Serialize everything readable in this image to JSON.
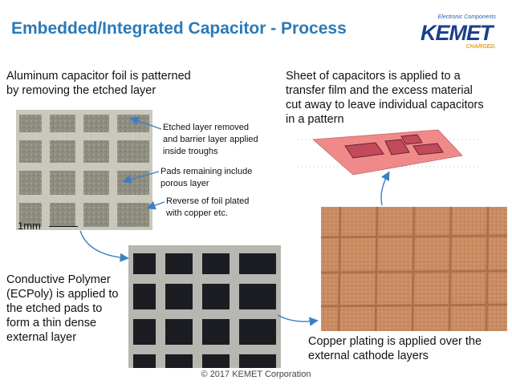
{
  "slide": {
    "title": "Embedded/Integrated Capacitor - Process",
    "logo": {
      "tagline": "Electronic Components",
      "brand": "KEMET",
      "slogan": "CHARGED."
    },
    "step_foil": {
      "line1": "Aluminum capacitor foil is patterned",
      "line2": "by removing the etched layer"
    },
    "callouts": {
      "etched": [
        "Etched layer removed",
        "and barrier layer applied",
        "inside troughs"
      ],
      "pads": [
        "Pads remaining include",
        "porous layer"
      ],
      "reverse": [
        "Reverse of foil plated",
        "with copper etc."
      ]
    },
    "scale_label": "1mm",
    "step_transfer": [
      "Sheet of capacitors is applied to a",
      "transfer film and the excess material",
      "cut away to leave individual capacitors",
      "in a pattern"
    ],
    "step_polymer": [
      "Conductive Polymer",
      "(ECPoly) is applied to",
      "the etched pads to",
      "form a thin dense",
      "external layer"
    ],
    "step_copper": [
      "Copper plating is applied over the",
      "external cathode layers"
    ],
    "footer": "© 2017 KEMET Corporation",
    "colors": {
      "title": "#2a7ab8",
      "brand": "#1a3f8a",
      "arrow": "#3a7fc4",
      "pink_sheet": "#f08a8a"
    }
  }
}
